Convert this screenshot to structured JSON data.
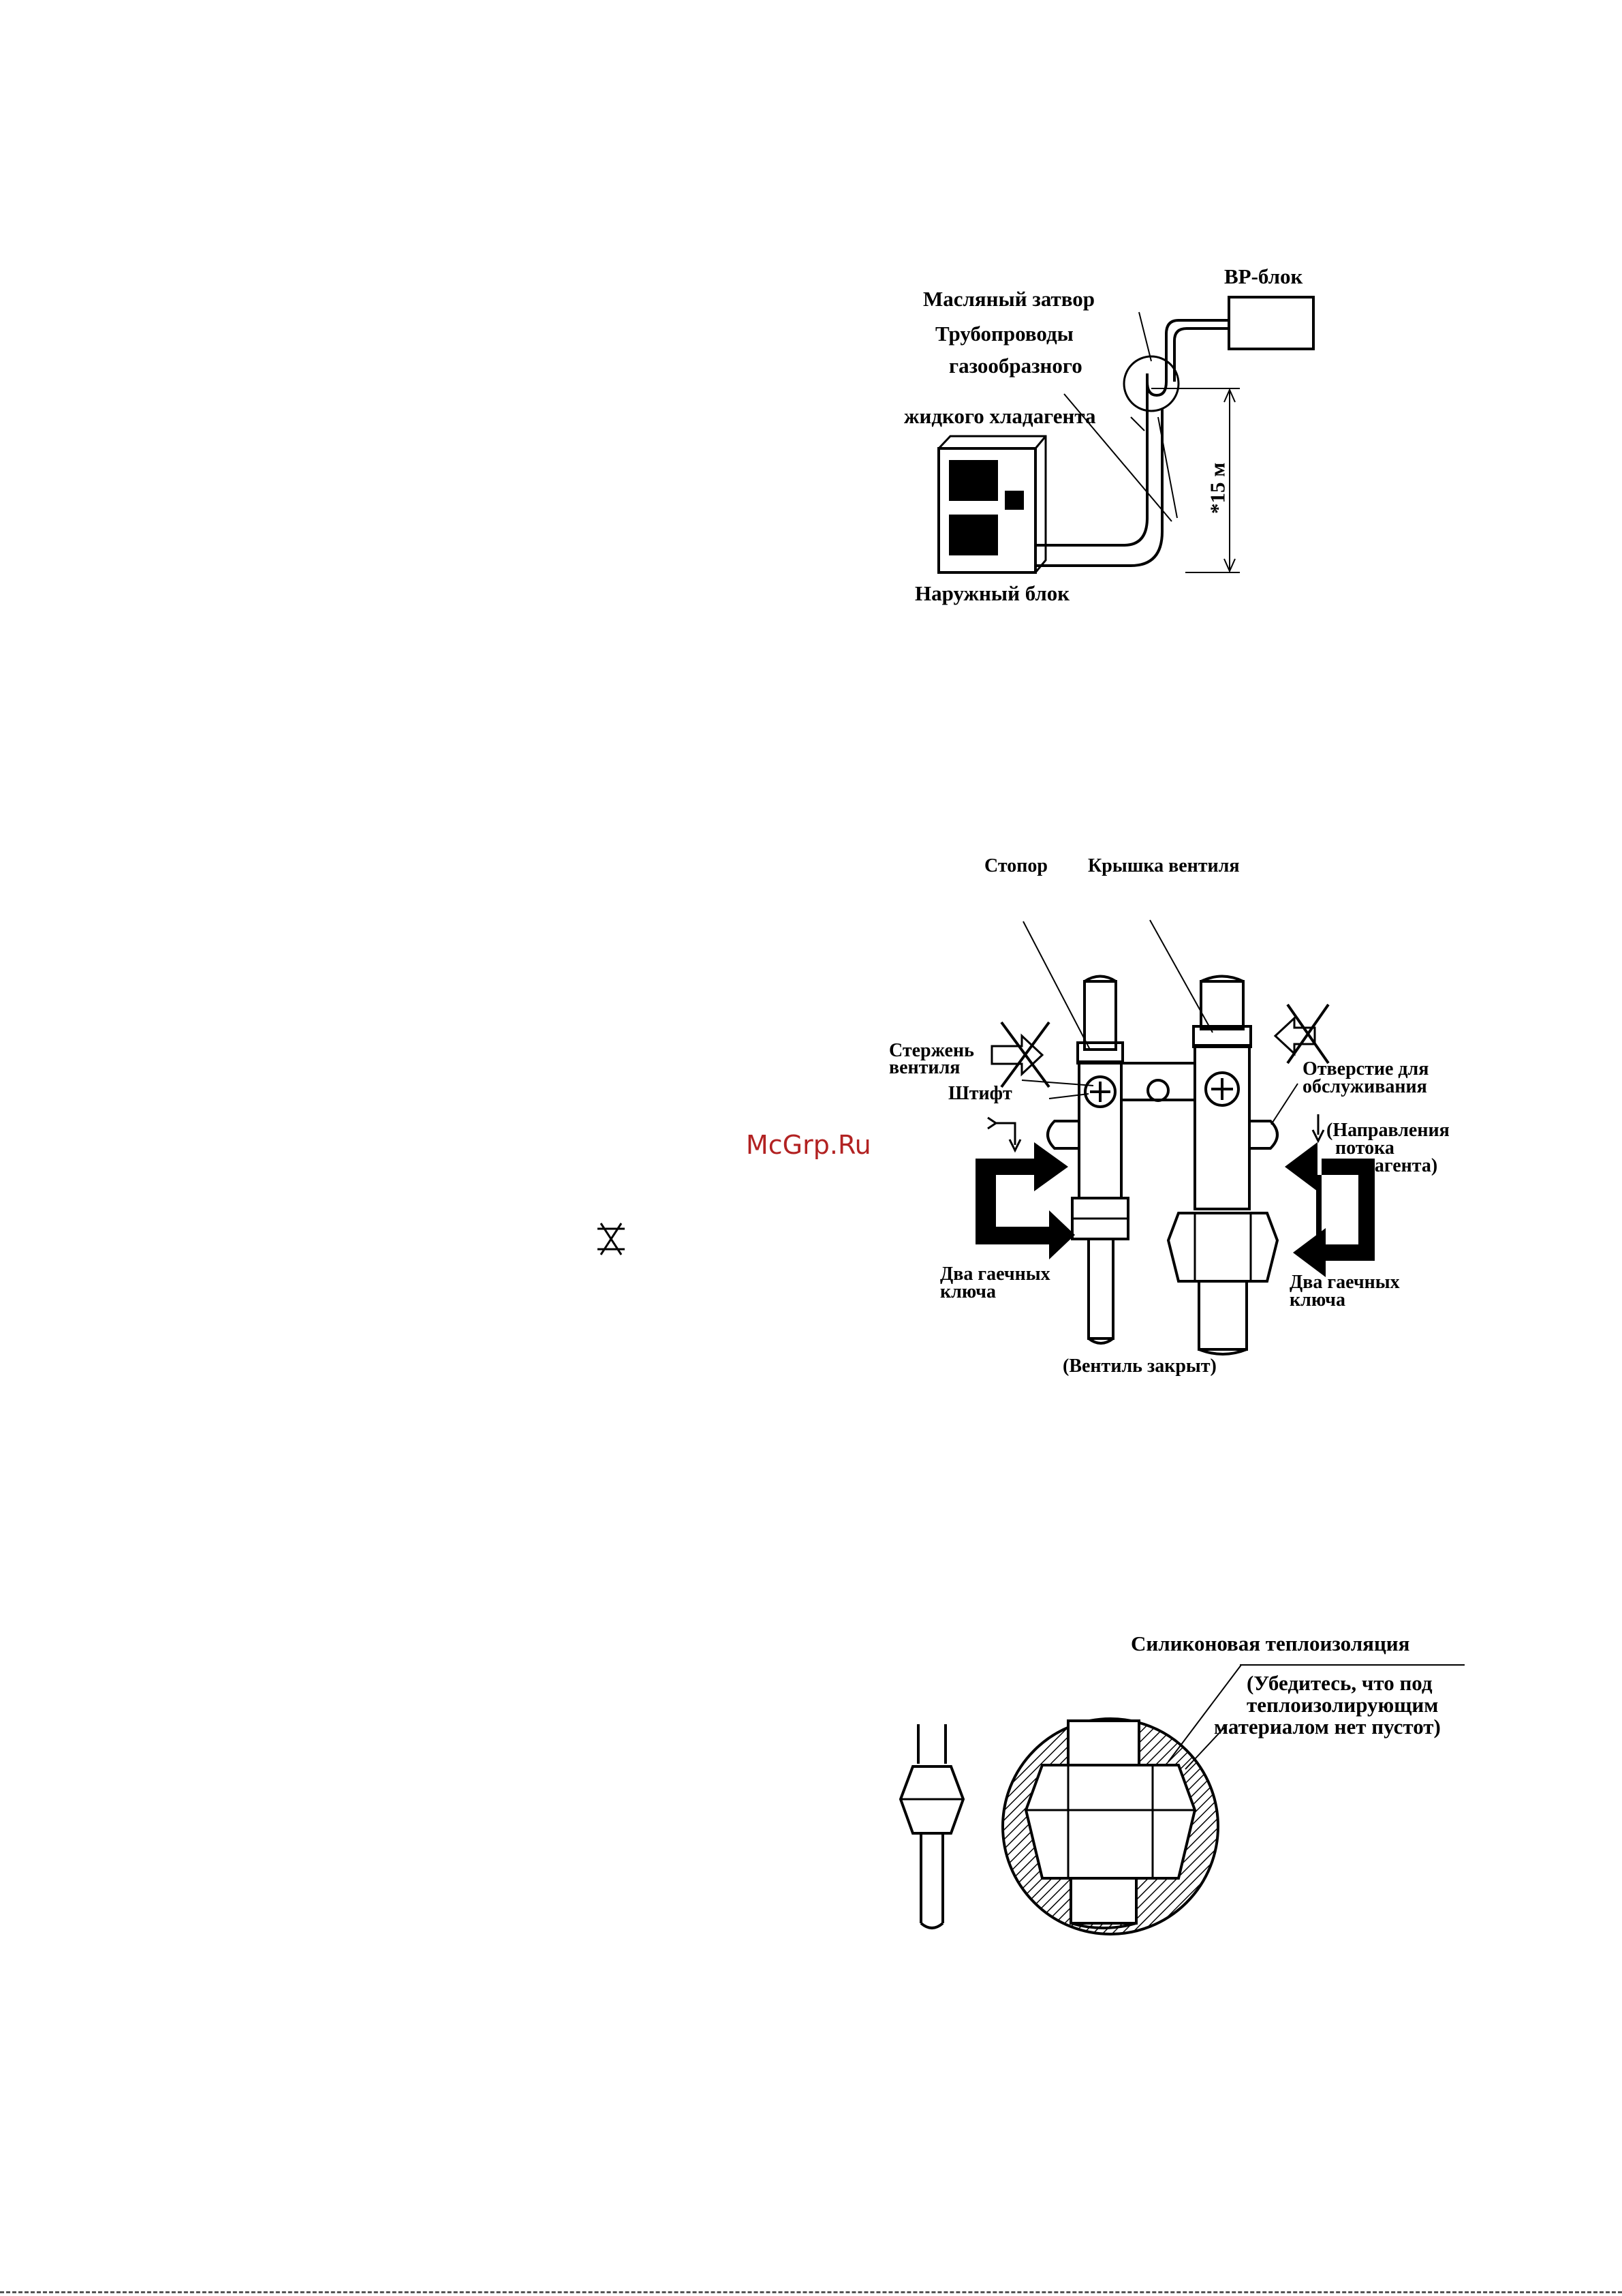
{
  "figure1": {
    "oil_trap": "Масляный затвор",
    "pipes_line1": "Трубопроводы",
    "pipes_line2": "газообразного",
    "pipes_line3": "жидкого хладагента",
    "indoor_unit": "BP-блок",
    "height": "*15 м",
    "outdoor_unit": "Наружный блок"
  },
  "figure2": {
    "stopper": "Стопор",
    "valve_cap": "Крышка вентиля",
    "valve_stem_line1": "Стержень",
    "valve_stem_line2": "вентиля",
    "pin": "Штифт",
    "service_port_line1": "Отверстие для",
    "service_port_line2": "обслуживания",
    "flow_line1": "(Направления",
    "flow_line2": "потока",
    "flow_line3": "хладагента)",
    "two_wrenches_left_line1": "Два гаечных",
    "two_wrenches_left_line2": "ключа",
    "two_wrenches_right_line1": "Два гаечных",
    "two_wrenches_right_line2": "ключа",
    "valve_closed": "(Вентиль закрыт)"
  },
  "watermark": "McGrp.Ru",
  "figure3": {
    "title": "Силиконовая  теплоизоляция",
    "note_line1": "(Убедитесь, что под",
    "note_line2": "теплоизолирующим",
    "note_line3": "материалом нет пустот)"
  }
}
